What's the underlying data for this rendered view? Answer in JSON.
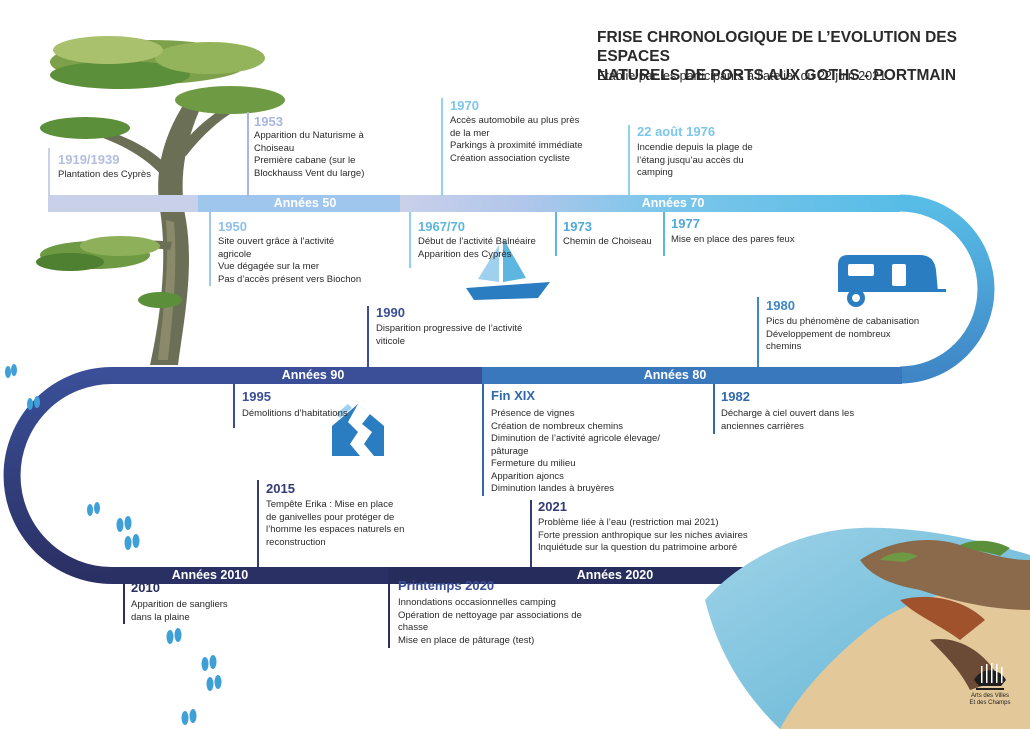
{
  "title": {
    "line1": "FRISE CHRONOLOGIQUE DE L’EVOLUTION DES ESPACES",
    "line2": "NATURELS DE PORTS AUX GOTHS - PORTMAIN",
    "subtitle": "Etablie par les participants à l’atelier du 22 juin 2021"
  },
  "eras": {
    "e50": "Années 50",
    "e70": "Années 70",
    "e80": "Années 80",
    "e90": "Années 90",
    "e2010": "Années 2010",
    "e2020": "Années 2020"
  },
  "events": {
    "y1919": {
      "year": "1919/1939",
      "lines": [
        "Plantation des Cyprès"
      ]
    },
    "y1953": {
      "year": "1953",
      "lines": [
        "Apparition du Naturisme à",
        "Choiseau",
        "Première cabane (sur le",
        "Blockhauss Vent du large)"
      ]
    },
    "y1970": {
      "year": "1970",
      "lines": [
        "Accès automobile au plus près",
        "de la mer",
        "Parkings à proximité immédiate",
        "Création association cycliste"
      ]
    },
    "y1976": {
      "year": "22 août 1976",
      "lines": [
        "Incendie depuis la plage de",
        "l’étang jusqu’au accès du",
        "camping"
      ]
    },
    "y1950": {
      "year": "1950",
      "lines": [
        "Site ouvert grâce à l’activité",
        "agricole",
        "Vue dégagée sur la mer",
        "Pas d’accès présent vers Biochon"
      ]
    },
    "y1967": {
      "year": "1967/70",
      "lines": [
        "Début de l’activité Balnéaire",
        "Apparition des Cyprès"
      ]
    },
    "y1973": {
      "year": "1973",
      "lines": [
        "Chemin de Choiseau"
      ]
    },
    "y1977": {
      "year": "1977",
      "lines": [
        "Mise en place des pares feux"
      ]
    },
    "y1980": {
      "year": "1980",
      "lines": [
        "Pics du phénomène de cabanisation",
        "Développement de nombreux",
        "chemins"
      ]
    },
    "y1990": {
      "year": "1990",
      "lines": [
        "Disparition progressive de l’activité",
        "viticole"
      ]
    },
    "y1995": {
      "year": "1995",
      "lines": [
        "Démolitions d’habitations"
      ]
    },
    "finxix": {
      "year": "Fin XIX",
      "lines": [
        "Présence de vignes",
        "Création de nombreux chemins",
        "Diminution de l’activité agricole élevage/",
        "pâturage",
        "Fermeture du milieu",
        "Apparition ajoncs",
        "Diminution landes à bruyères"
      ]
    },
    "y1982": {
      "year": "1982",
      "lines": [
        "Décharge à ciel ouvert dans les",
        "anciennes carrières"
      ]
    },
    "y2015": {
      "year": "2015",
      "lines": [
        "Tempête Erika : Mise en place",
        "de ganivelles pour protéger de",
        "l’homme les espaces naturels en",
        "reconstruction"
      ]
    },
    "y2021": {
      "year": "2021",
      "lines": [
        "Problème liée à l’eau (restriction mai 2021)",
        "Forte pression anthropique sur les niches aviaires",
        "Inquiétude sur la question du patrimoine arboré"
      ]
    },
    "y2010": {
      "year": "2010",
      "lines": [
        "Apparition de sangliers",
        "dans la plaine"
      ]
    },
    "p2020": {
      "year": "Printemps 2020",
      "lines": [
        "Innondations occasionnelles camping",
        "Opération de nettoyage par associations de",
        "chasse",
        "Mise en place de pâturage (test)"
      ]
    }
  },
  "logo": {
    "line1": "Arts des Villes",
    "line2": "Et des Champs"
  },
  "colors": {
    "light": "#8fd3ef",
    "sky": "#5db6e0",
    "mid": "#3f86c6",
    "blue": "#3069ad",
    "indigo": "#3a4f98",
    "navy": "#333a74",
    "dark": "#2a2f5e",
    "green": "#5c8f3a"
  }
}
